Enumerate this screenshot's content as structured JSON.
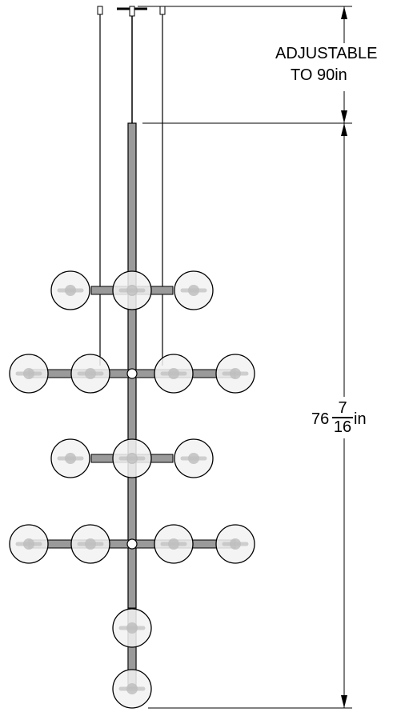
{
  "annotations": {
    "adjustable_line1": "ADJUSTABLE",
    "adjustable_line2": "TO 90in"
  },
  "overall_height": {
    "whole": "76",
    "numerator": "7",
    "denominator": "16",
    "unit": "in"
  },
  "colors": {
    "line": "#000000",
    "globe_fill": "#f2f2f2",
    "globe_inner": "#bdbdbd",
    "rod": "#9a9a9a"
  }
}
